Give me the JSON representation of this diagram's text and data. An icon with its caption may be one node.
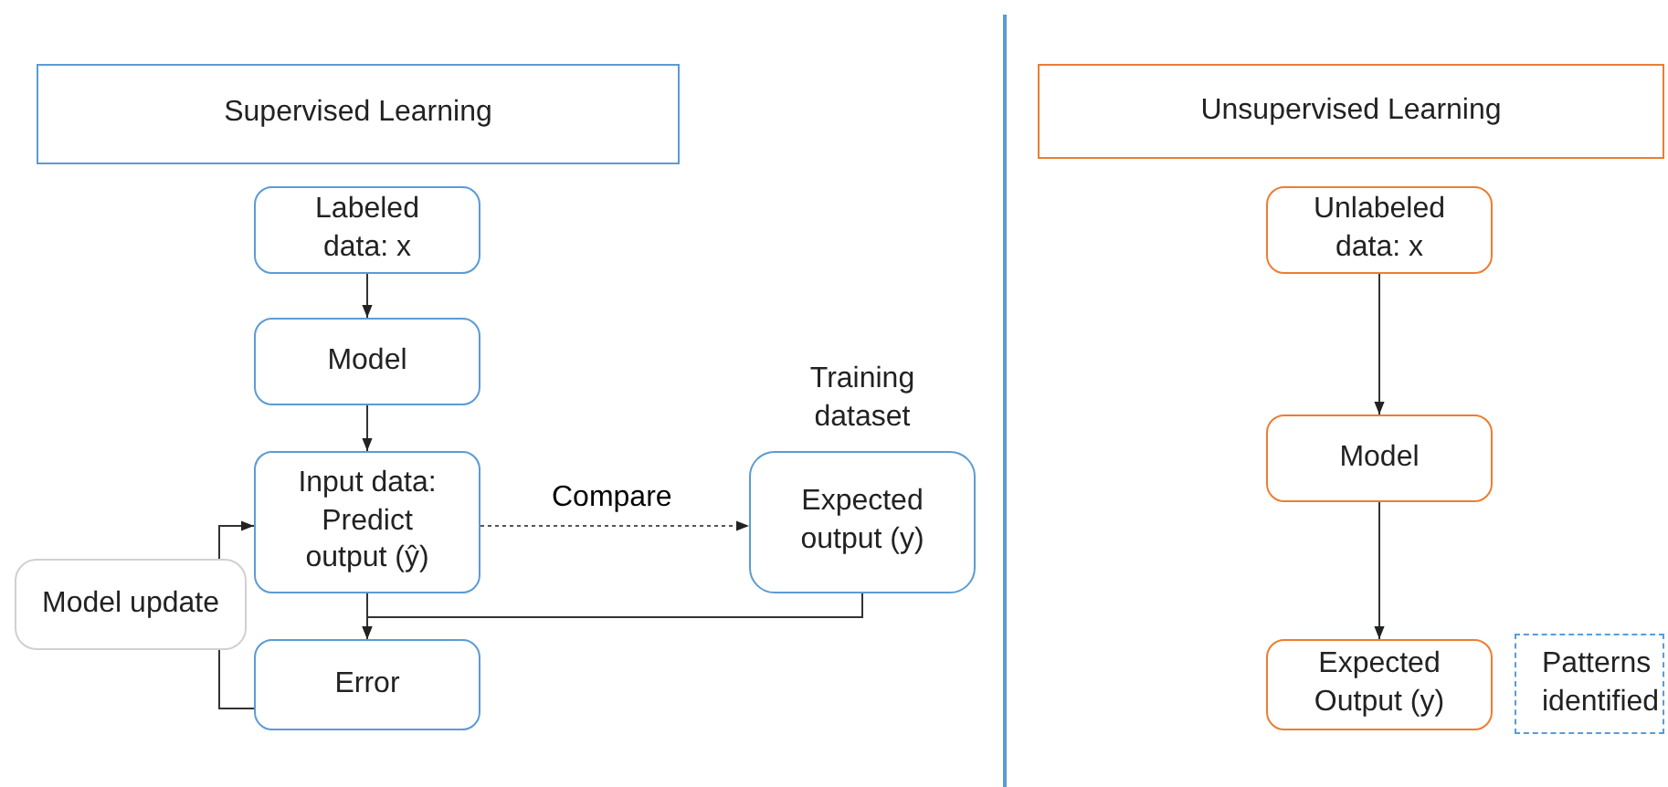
{
  "diagram": {
    "nodes": [
      {
        "text": [
          "Supervised Learning"
        ]
      },
      {
        "text": [
          "Labeled data: x"
        ]
      },
      {
        "text": [
          "Model"
        ]
      },
      {
        "text": [
          "Input data: Predict output (ŷ)"
        ]
      },
      {
        "text": [
          "Expected output (y)"
        ],
        "beside": [
          "Training dataset"
        ]
      },
      {
        "text": [
          "Model update"
        ]
      },
      {
        "text": [
          "Error"
        ]
      },
      {
        "text": [
          "Unsupervised Learning"
        ]
      },
      {
        "text": [
          "Unlabeled data: x"
        ]
      },
      {
        "text": [
          "Model"
        ]
      },
      {
        "text": [
          "Expected Output (y)"
        ]
      },
      {
        "text": [
          "Patterns identified"
        ]
      }
    ],
    "edges": [
      {
        "from": 1,
        "to": 2,
        "arrow": "to"
      },
      {
        "from": 2,
        "to": 3,
        "arrow": "to"
      },
      {
        "from": 3,
        "to": 4,
        "arrow": "to",
        "label": "Compare",
        "style": "dashed"
      },
      {
        "from": 3,
        "to": 6,
        "arrow": "to"
      },
      {
        "from": 4,
        "to": 6,
        "arrow": "to"
      },
      {
        "from": 6,
        "to": 5,
        "arrow": "none"
      },
      {
        "from": 5,
        "to": 3,
        "arrow": "to"
      },
      {
        "from": 8,
        "to": 9,
        "arrow": "to"
      },
      {
        "from": 9,
        "to": 10,
        "arrow": "to"
      }
    ]
  }
}
